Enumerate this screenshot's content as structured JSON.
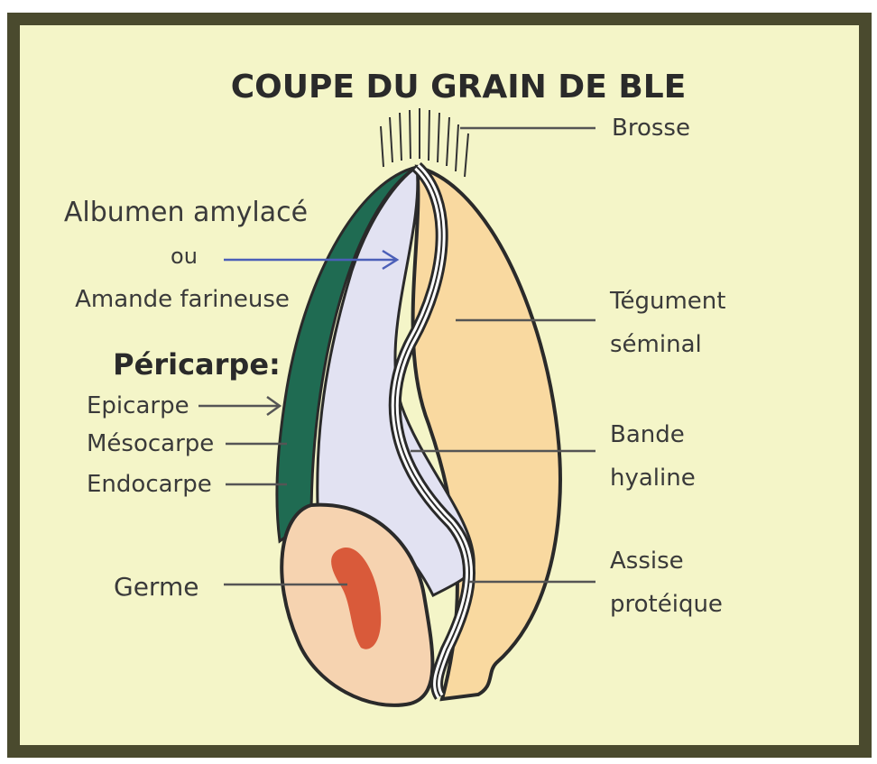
{
  "title": "COUPE DU GRAIN DE BLE",
  "labels": {
    "brosse": "Brosse",
    "albumen_line1": "Albumen amylacé",
    "albumen_line2": "ou",
    "albumen_line3": "Amande farineuse",
    "pericarpe": "Péricarpe:",
    "epicarpe": "Epicarpe",
    "mesocarpe": "Mésocarpe",
    "endocarpe": "Endocarpe",
    "germe": "Germe",
    "tegument_line1": "Tégument",
    "tegument_line2": "séminal",
    "bande_line1": "Bande",
    "bande_line2": "hyaline",
    "assise_line1": "Assise",
    "assise_line2": "protéique"
  },
  "colors": {
    "background": "#f4f5c8",
    "frame": "#4a4a2e",
    "pericarp": "#1f6b52",
    "albumen": "#e2e2f2",
    "cotyledon_side": "#f9d9a0",
    "germ_outer": "#f6d3b0",
    "germ_embryo": "#d95a3a"
  },
  "icons": {
    "brush": "brush-hairs-icon"
  }
}
